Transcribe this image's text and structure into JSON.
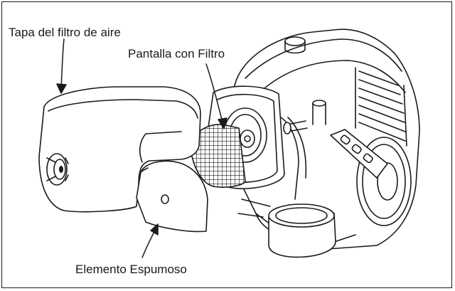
{
  "labels": {
    "cover": "Tapa del filtro de aire",
    "screen": "Pantalla con Filtro",
    "foam": "Elemento Espumoso"
  },
  "colors": {
    "line": "#1a1a1a",
    "fill": "#ffffff",
    "shade": "#d9d9d9"
  }
}
